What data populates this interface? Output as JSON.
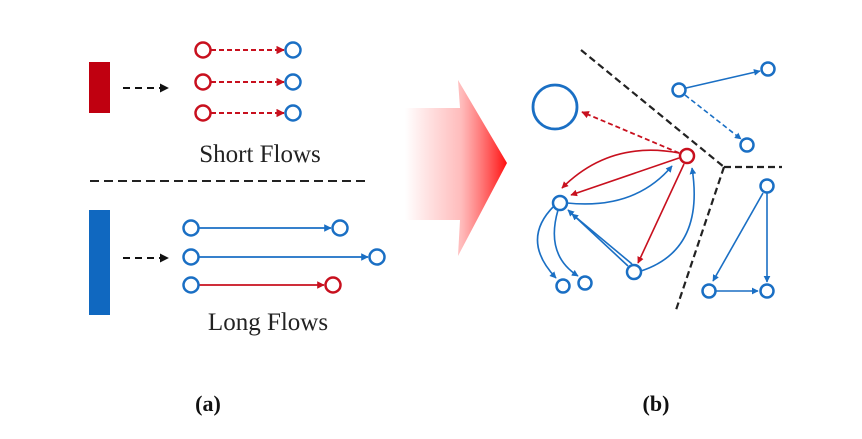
{
  "panel_a": {
    "caption": "(a)",
    "short_flows_label": "Short Flows",
    "long_flows_label": "Long Flows",
    "short_bar_color": "#c00010",
    "long_bar_color": "#1068c0",
    "short_flows": [
      {
        "from": "red",
        "to": "blue",
        "style": "dashed"
      },
      {
        "from": "red",
        "to": "blue",
        "style": "dashed"
      },
      {
        "from": "red",
        "to": "blue",
        "style": "dashed"
      }
    ],
    "long_flows": [
      {
        "from": "blue",
        "to": "blue",
        "style": "solid"
      },
      {
        "from": "blue",
        "to": "blue",
        "style": "solid"
      },
      {
        "from": "blue",
        "to": "red",
        "style": "solid"
      }
    ]
  },
  "panel_b": {
    "caption": "(b)"
  },
  "colors": {
    "red": "#c8101e",
    "blue": "#1a6fc4",
    "black": "#222222",
    "transition_arrow": "#ff2020"
  },
  "icons": {
    "transition": "gradient-right-arrow"
  }
}
